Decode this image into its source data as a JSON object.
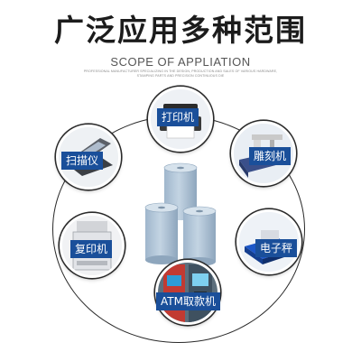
{
  "header": {
    "title": "广泛应用多种范围",
    "subtitle": "SCOPE OF APPLIATION",
    "description_line1": "PROFESSIONAL MANUFACTURER SPECIALIZING IN THE DESIGN, PRODUCTION AND SALES OF VARIOUS HARDWARE,",
    "description_line2": "STAMPING PARTS AND PRECISION CONTINUOUS DIE"
  },
  "applications": [
    {
      "label": "打印机"
    },
    {
      "label": "雕刻机"
    },
    {
      "label": "电子秤"
    },
    {
      "label": "ATM取款机"
    },
    {
      "label": "复印机"
    },
    {
      "label": "扫描仪"
    }
  ],
  "colors": {
    "label_bg": "#1a4f9a",
    "ring": "#2a2a2a",
    "roll": "#a9c0d6"
  }
}
